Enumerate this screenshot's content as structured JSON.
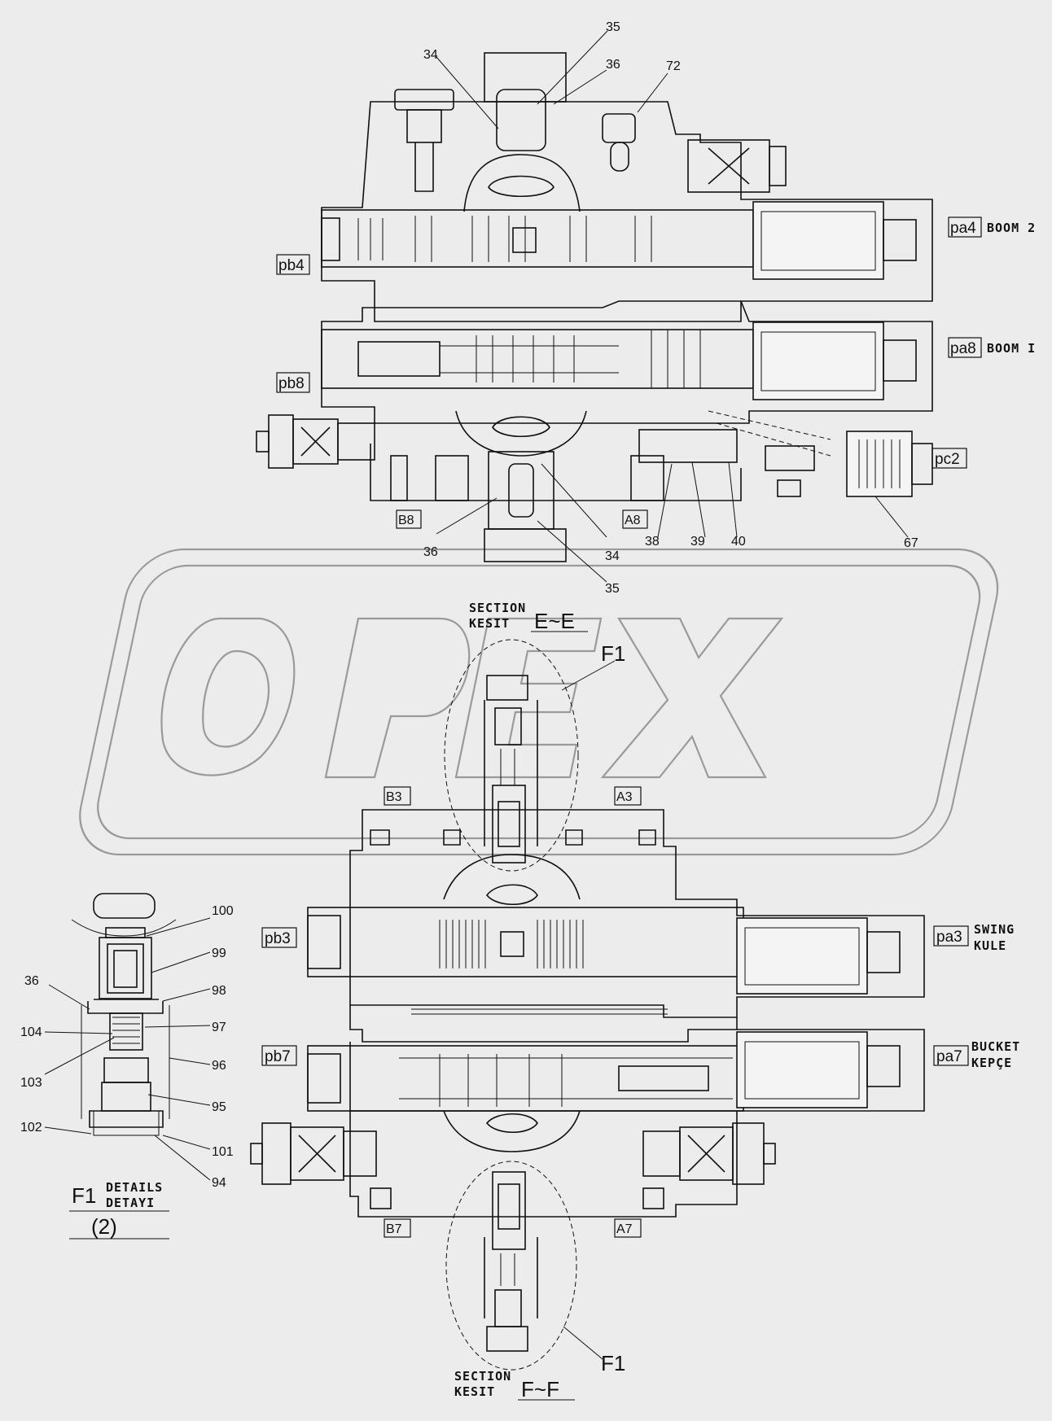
{
  "top_view": {
    "ports": {
      "pb4": "pb4",
      "pa4": "pa4",
      "pb8": "pb8",
      "pa8": "pa8",
      "pc2": "pc2",
      "b8": "B8",
      "a8": "A8"
    },
    "functions": {
      "boom2": "BOOM 2",
      "boom1": "BOOM I"
    },
    "callouts": {
      "c34_top": "34",
      "c35_top": "35",
      "c36_top": "36",
      "c72": "72",
      "c36_bot": "36",
      "c34_bot": "34",
      "c35_bot": "35",
      "c38": "38",
      "c39": "39",
      "c40": "40",
      "c67": "67"
    }
  },
  "section_e": {
    "section": "SECTION",
    "kesit": "KESIT",
    "name": "E~E",
    "detail_ref": "F1"
  },
  "bottom_view": {
    "ports": {
      "b3": "B3",
      "a3": "A3",
      "pb3": "pb3",
      "pa3": "pa3",
      "pb7": "pb7",
      "pa7": "pa7",
      "b7": "B7",
      "a7": "A7"
    },
    "functions": {
      "swing": "SWING",
      "kule": "KULE",
      "bucket": "BUCKET",
      "kepce": "KEPÇE"
    }
  },
  "section_f": {
    "section": "SECTION",
    "kesit": "KESIT",
    "name": "F~F",
    "detail_ref": "F1"
  },
  "detail_f1": {
    "ref": "F1",
    "details": "DETAILS",
    "detayi": "DETAYI",
    "scale": "(2)",
    "callouts": {
      "c100": "100",
      "c99": "99",
      "c98": "98",
      "c36": "36",
      "c97": "97",
      "c104": "104",
      "c96": "96",
      "c103": "103",
      "c95": "95",
      "c102": "102",
      "c101": "101",
      "c94": "94"
    }
  },
  "watermark": "OPEX"
}
